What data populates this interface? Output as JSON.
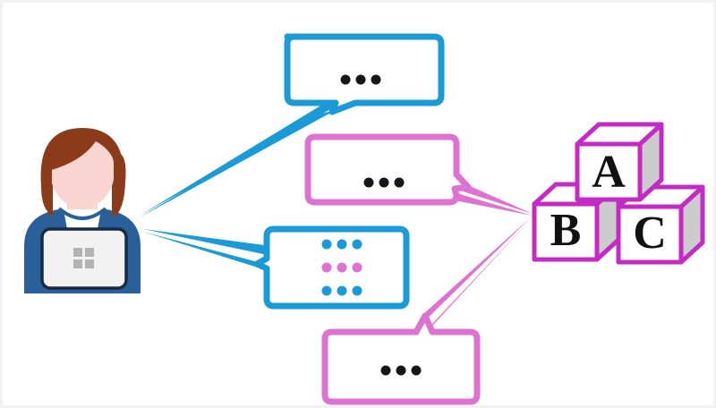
{
  "diagram": {
    "title": "Multi-agent prompting flow with person, speech bubbles and lettered blocks",
    "background_color": "#ffffff",
    "frame_color": "#f2f2f2",
    "palette": {
      "blue": "#1A9BD7",
      "blue_dark": "#2A6099",
      "pink": "#DD72D0",
      "magenta": "#C42BC4",
      "gray_face": "#CCCCCC",
      "hair": "#8B3A1A",
      "skin": "#FAD4D0",
      "laptop_body": "#F2F2F2",
      "laptop_border": "#1B2A44",
      "logo_gray": "#B3B3B3",
      "dot_black": "#161616"
    }
  },
  "person": {
    "name": "user-avatar",
    "label": "Person using a laptop",
    "hair_color": "#8B3A1A",
    "skin_color": "#FAD4D0",
    "shirt_color": "#2A6099",
    "laptop": {
      "name": "laptop",
      "body_color": "#F2F2F2",
      "border_color": "#1B2A44",
      "logo": "windows-logo",
      "logo_color": "#B3B3B3"
    }
  },
  "bubbles": [
    {
      "id": "bubble-1",
      "color": "#1A9BD7",
      "tail_side": "bottom-left",
      "rows": [
        {
          "dots": 3,
          "color": "#161616"
        }
      ],
      "ellipsis": "..."
    },
    {
      "id": "bubble-2",
      "color": "#DD72D0",
      "tail_side": "bottom-right",
      "rows": [
        {
          "dots": 3,
          "color": "#161616"
        }
      ],
      "ellipsis": "..."
    },
    {
      "id": "bubble-3",
      "color": "#1A9BD7",
      "tail_side": "left",
      "rows": [
        {
          "dots": 3,
          "color": "#1A9BD7"
        },
        {
          "dots": 3,
          "color": "#DD72D0"
        },
        {
          "dots": 3,
          "color": "#1A9BD7"
        }
      ],
      "ellipsis": "..."
    },
    {
      "id": "bubble-4",
      "color": "#DD72D0",
      "tail_side": "top-right",
      "rows": [
        {
          "dots": 3,
          "color": "#161616"
        }
      ],
      "ellipsis": "..."
    }
  ],
  "blocks": [
    {
      "id": "block-a",
      "letter": "A",
      "position": "top",
      "outline": "#C42BC4",
      "side_color": "#CCCCCC",
      "face_color": "#ffffff"
    },
    {
      "id": "block-b",
      "letter": "B",
      "position": "bottom-left",
      "outline": "#C42BC4",
      "side_color": "#CCCCCC",
      "face_color": "#ffffff"
    },
    {
      "id": "block-c",
      "letter": "C",
      "position": "bottom-right",
      "outline": "#C42BC4",
      "side_color": "#CCCCCC",
      "face_color": "#ffffff"
    }
  ],
  "connectors": [
    {
      "id": "connector-person-to-bubble-1",
      "color": "#1A9BD7",
      "from": "person",
      "to": "bubble-1"
    },
    {
      "id": "connector-person-to-bubble-3",
      "color": "#1A9BD7",
      "from": "person",
      "to": "bubble-3"
    },
    {
      "id": "connector-bubble-2-to-blocks",
      "color": "#DD72D0",
      "from": "bubble-2",
      "to": "blocks"
    },
    {
      "id": "connector-bubble-4-to-blocks",
      "color": "#DD72D0",
      "from": "bubble-4",
      "to": "blocks"
    }
  ]
}
